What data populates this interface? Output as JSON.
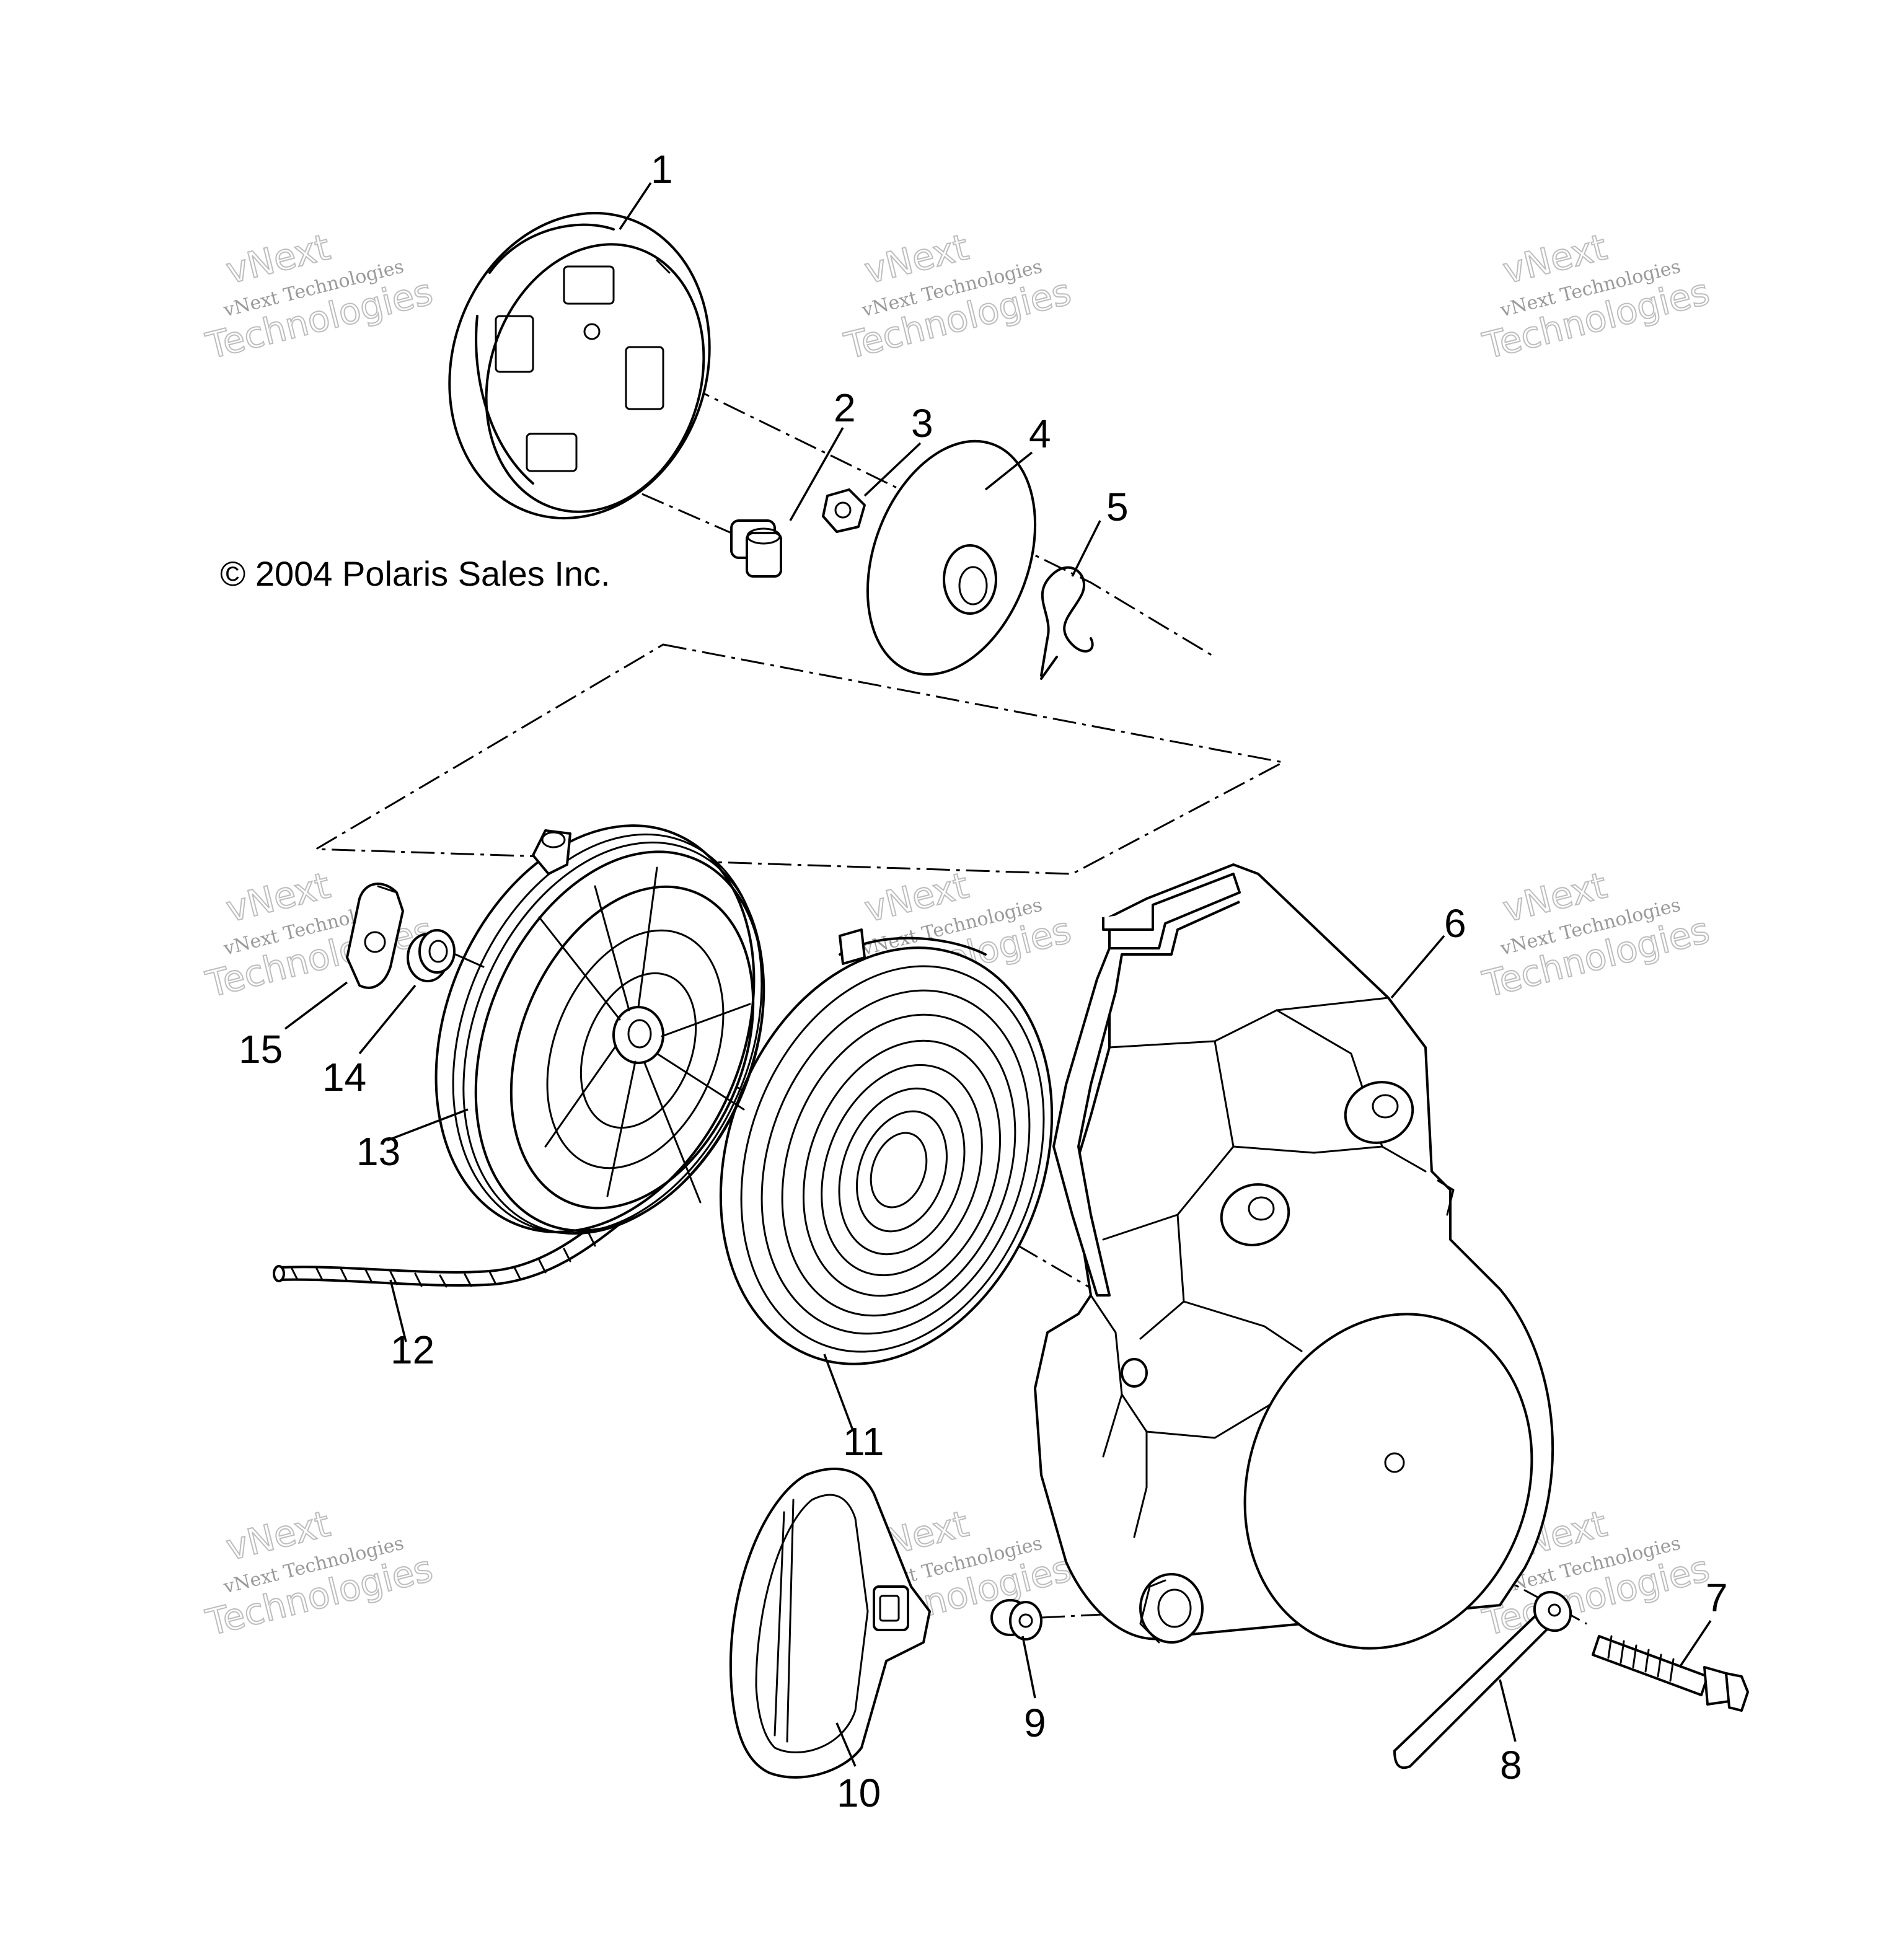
{
  "copyright": "© 2004 Polaris Sales Inc.",
  "watermark": {
    "line_small": "vNext Technologies",
    "line_big_1": "vNext",
    "line_big_2": "Technologies"
  },
  "callouts": [
    "1",
    "2",
    "3",
    "4",
    "5",
    "6",
    "7",
    "8",
    "9",
    "10",
    "11",
    "12",
    "13",
    "14",
    "15"
  ]
}
